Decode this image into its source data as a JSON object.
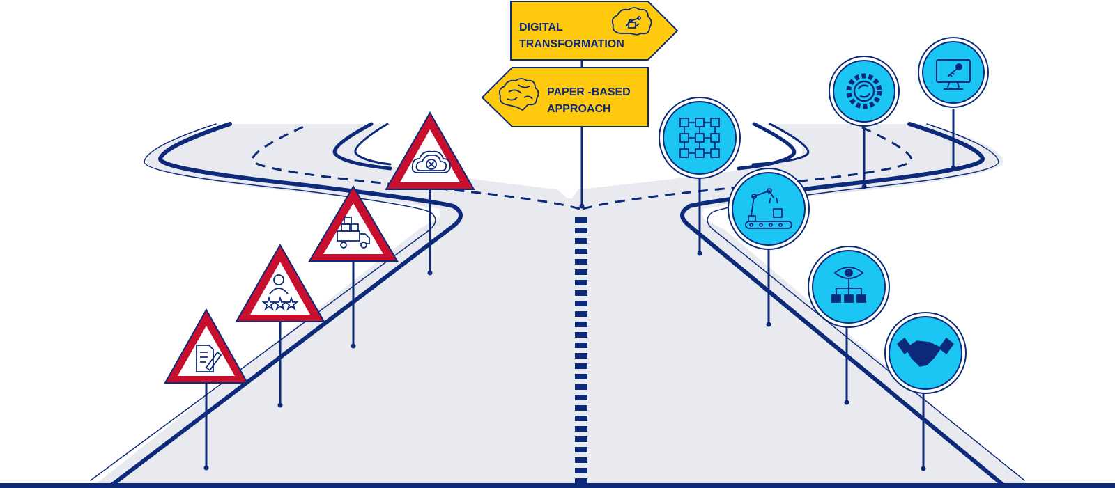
{
  "signposts": {
    "digital": {
      "line1": "DIGITAL",
      "line2": "TRANSFORMATION",
      "icon": "brain-circuit-icon"
    },
    "paper": {
      "line1": "PAPER -BASED",
      "line2": "APPROACH",
      "icon": "brain-icon"
    }
  },
  "warning_signs": [
    {
      "icon": "document-edit-icon"
    },
    {
      "icon": "person-rating-icon"
    },
    {
      "icon": "delivery-truck-icon"
    },
    {
      "icon": "cloud-error-icon"
    }
  ],
  "circle_signs": [
    {
      "icon": "network-grid-icon"
    },
    {
      "icon": "robotic-arm-conveyor-icon"
    },
    {
      "icon": "eye-hierarchy-icon"
    },
    {
      "icon": "handshake-icon"
    },
    {
      "icon": "gear-sync-icon"
    },
    {
      "icon": "monitor-key-icon"
    }
  ],
  "colors": {
    "navy": "#0d2a7a",
    "road": "#e8eaef",
    "sign_yellow": "#ffc90e",
    "warning_red": "#c8102e",
    "circle_cyan": "#1cc6f4"
  }
}
